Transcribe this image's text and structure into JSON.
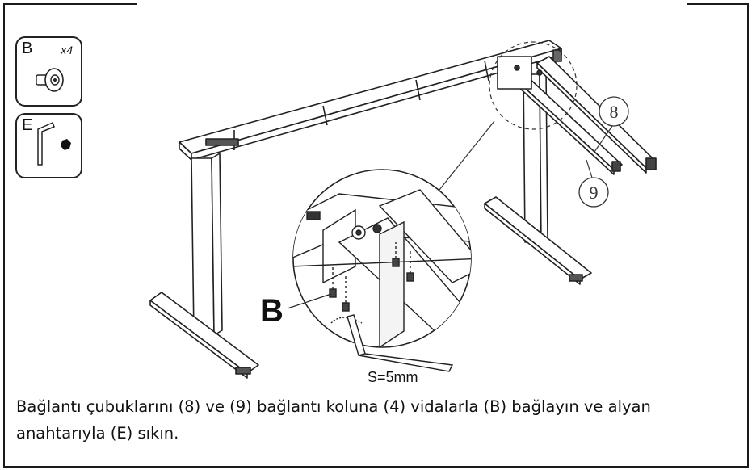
{
  "parts": {
    "b": {
      "letter": "B",
      "quantity": "x4",
      "icon": "screw-icon"
    },
    "e": {
      "letter": "E",
      "icon": "allen-key-icon"
    }
  },
  "diagram": {
    "callout_8": "8",
    "callout_9": "9",
    "detail_label": "B",
    "tool_size": "S=5mm"
  },
  "caption": "Bağlantı çubuklarını (8) ve (9) bağlantı koluna (4) vidalarla (B) bağlayın ve alyan anahtarıyla (E) sıkın."
}
